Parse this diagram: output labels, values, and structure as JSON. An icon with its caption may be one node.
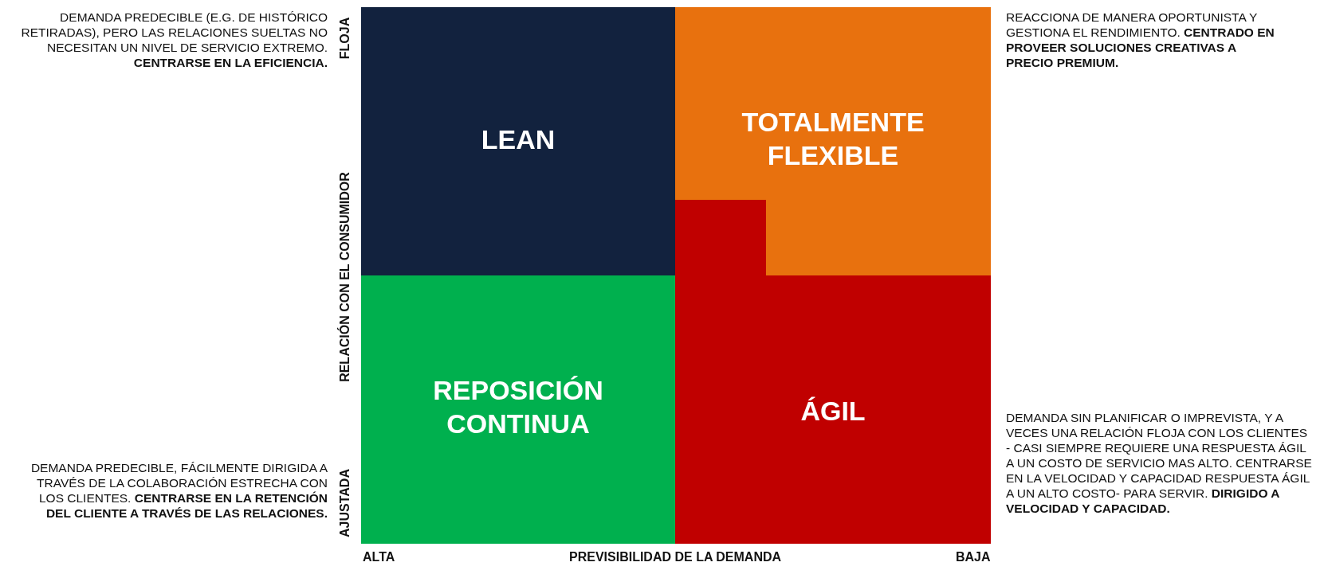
{
  "diagram": {
    "nodes": [
      {
        "text": [
          "LEAN"
        ]
      },
      {
        "text": [
          "TOTALMENTE FLEXIBLE"
        ]
      },
      {
        "text": [
          "REPOSICIÓN CONTINUA"
        ]
      },
      {
        "text": [
          "ÁGIL"
        ]
      }
    ],
    "labels": [
      "DEMANDA PREDECIBLE (E.G. DE HISTÓRICO RETIRADAS), PERO LAS RELACIONES SUELTAS NO NECESITAN UN NIVEL DE SERVICIO EXTREMO. **CENTRARSE EN LA EFICIENCIA.**",
      "FLOJA",
      "REACCIONA DE MANERA OPORTUNISTA Y GESTIONA EL RENDIMIENTO. **CENTRADO EN PROVEER SOLUCIONES CREATIVAS A PRECIO PREMIUM.**",
      "RELACIÓN CON EL CONSUMIDOR",
      "DEMANDA SIN PLANIFICAR O IMPREVISTA, Y A VECES UNA RELACIÓN FLOJA CON LOS CLIENTES - CASI SIEMPRE REQUIERE UNA RESPUESTA ÁGIL A UN COSTO DE SERVICIO MAS ALTO. CENTRARSE EN LA VELOCIDAD Y CAPACIDAD RESPUESTA ÁGIL A UN ALTO COSTO- PARA SERVIR. **DIRIGIDO A VELOCIDAD Y CAPACIDAD.**",
      "DEMANDA PREDECIBLE, FÁCILMENTE DIRIGIDA A TRAVÉS DE LA COLABORACIÓN ESTRECHA CON LOS CLIENTES. **CENTRARSE EN LA RETENCIÓN DEL CLIENTE A TRAVÉS DE LAS RELACIONES.**",
      "AJUSTADA",
      "ALTA",
      "PREVISIBILIDAD DE LA DEMANDA",
      "BAJA"
    ]
  }
}
